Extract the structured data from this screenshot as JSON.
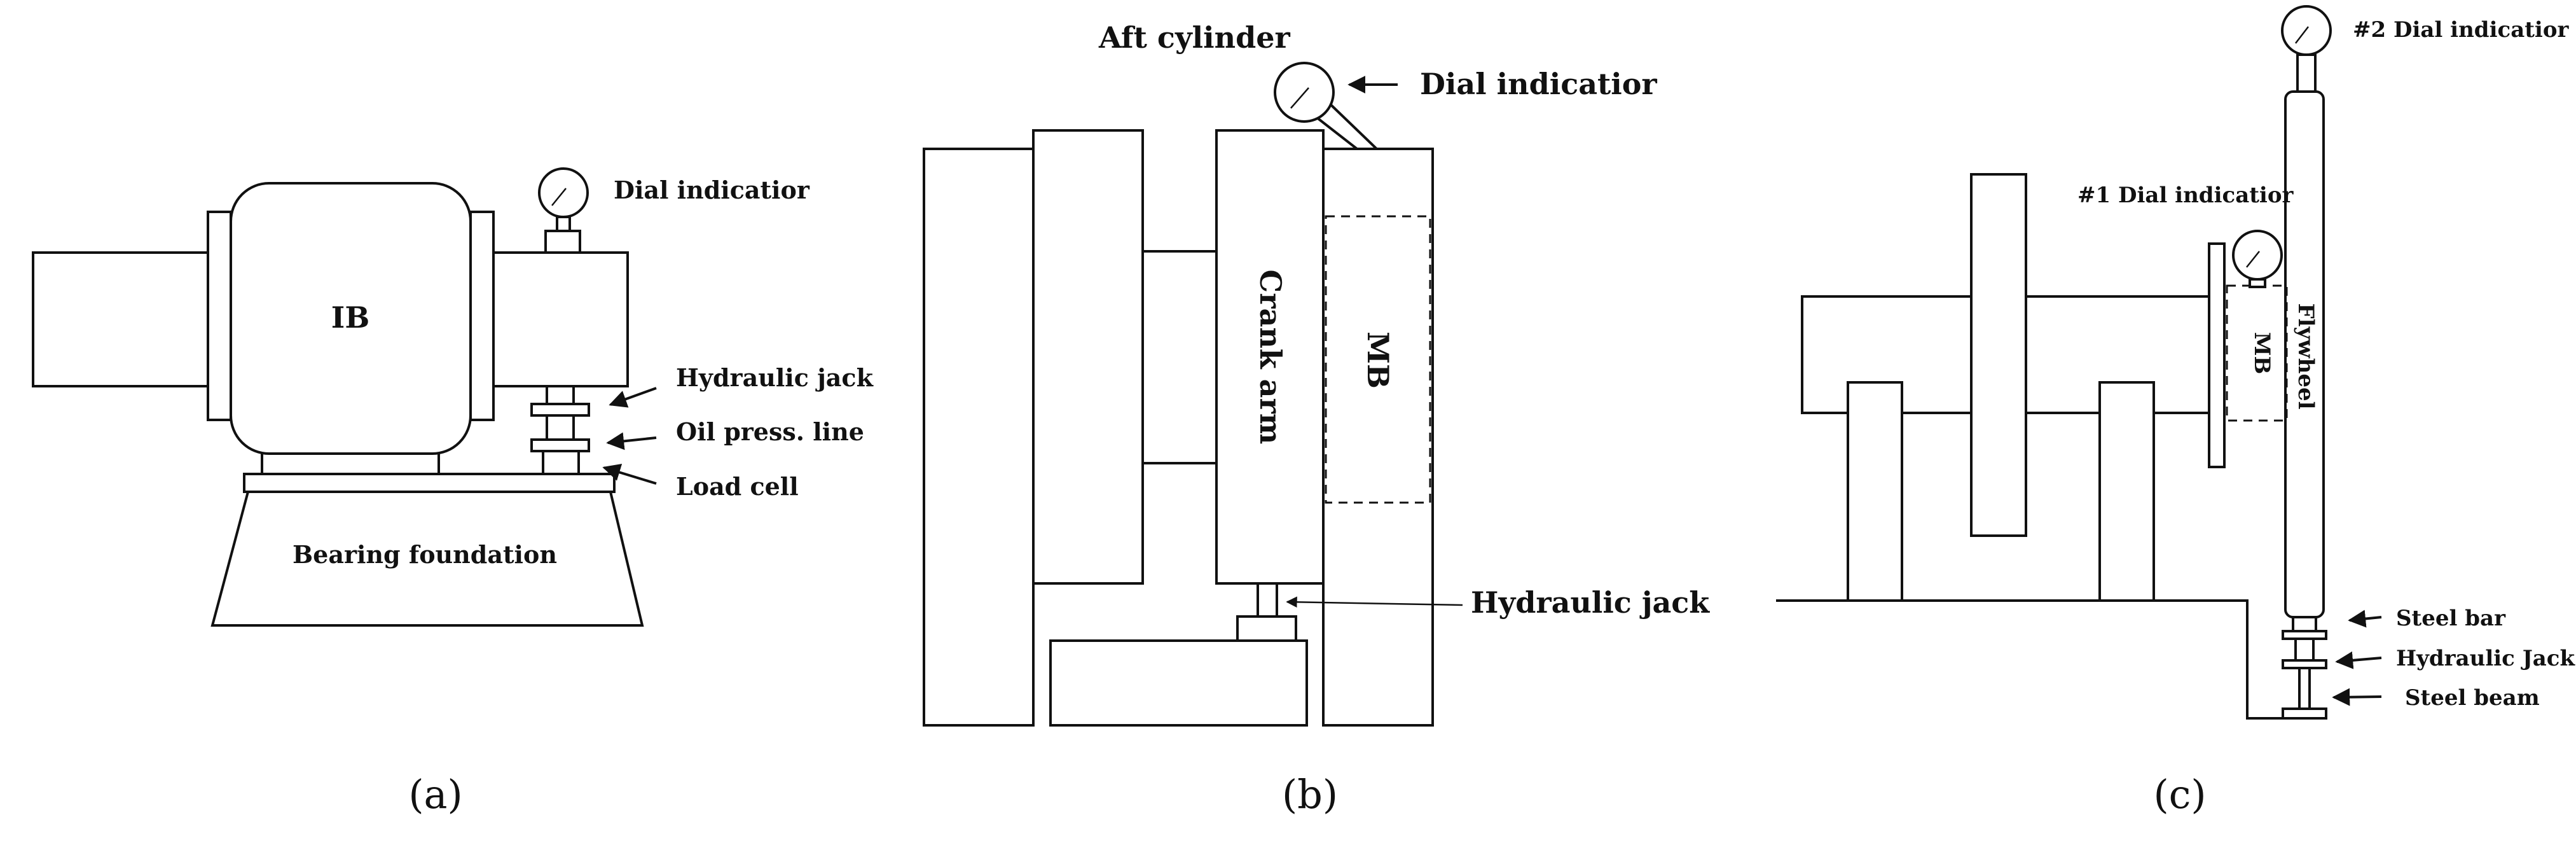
{
  "panel_a": {
    "ib_label": "IB",
    "dial_label": "Dial indicatior",
    "jack_label": "Hydraulic jack",
    "oil_label": "Oil press. line",
    "load_label": "Load cell",
    "foundation_label": "Bearing foundation",
    "caption": "(a)"
  },
  "panel_b": {
    "aft_label": "Aft cylinder",
    "dial_label": "Dial indicatior",
    "crank_label": "Crank arm",
    "mb_label": "MB",
    "jack_label": "Hydraulic jack",
    "caption": "(b)"
  },
  "panel_c": {
    "dial2_label": "#2 Dial indicatior",
    "dial1_label": "#1 Dial indicatior",
    "mb_label": "MB",
    "flywheel_label": "Flywheel",
    "steelbar_label": "Steel bar",
    "jack_label": "Hydraulic Jack",
    "steelbeam_label": "Steel beam",
    "caption": "(c)"
  }
}
